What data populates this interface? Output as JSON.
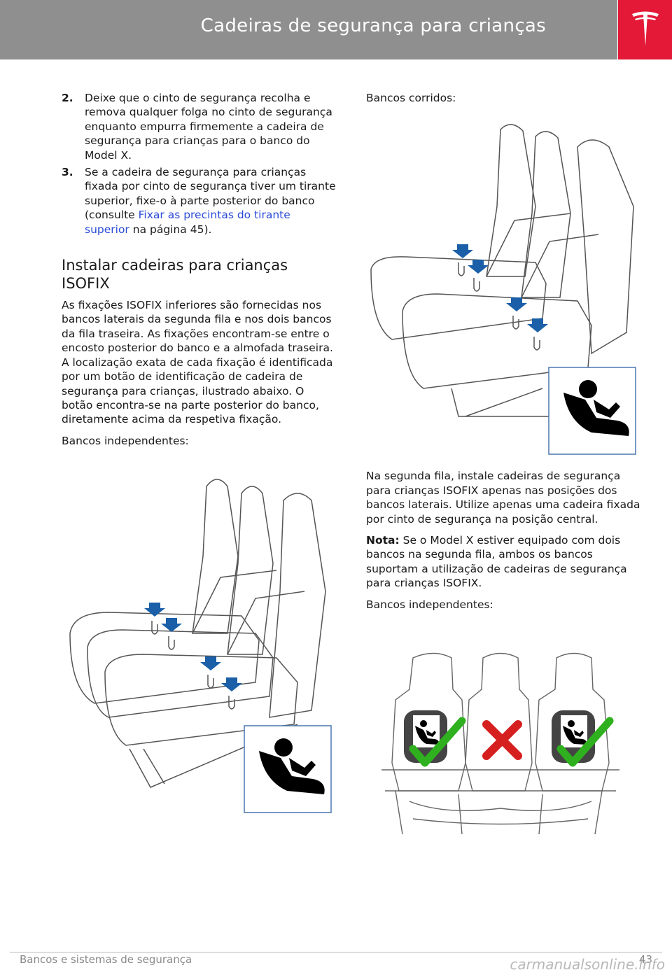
{
  "header": {
    "title": "Cadeiras de segurança para crianças",
    "brand_color": "#e31937",
    "logo_icon": "tesla-logo-icon"
  },
  "left": {
    "steps": [
      {
        "num": "2.",
        "text": "Deixe que o cinto de segurança recolha e remova qualquer folga no cinto de segurança enquanto empurra firmemente a cadeira de segurança para crianças para o banco do Model X."
      },
      {
        "num": "3.",
        "text_a": "Se a cadeira de segurança para crianças fixada por cinto de segurança tiver um tirante superior, fixe-o à parte posterior do banco (consulte ",
        "link": "Fixar as precintas do tirante superior",
        "text_b": " na página 45)."
      }
    ],
    "heading": "Instalar cadeiras para crianças ISOFIX",
    "paragraph": "As fixações ISOFIX inferiores são fornecidas nos bancos laterais da segunda fila e nos dois bancos da fila traseira. As fixações encontram-se entre o encosto posterior do banco e a almofada traseira. A localização exata de cada fixação é identificada por um botão de identificação de cadeira de segurança para crianças, ilustrado abaixo. O botão encontra-se na parte posterior do banco, diretamente acima da respetiva fixação.",
    "caption": "Bancos independentes:"
  },
  "right": {
    "caption1": "Bancos corridos:",
    "paragraph": "Na segunda fila, instale cadeiras de segurança para crianças ISOFIX apenas nas posições dos bancos laterais. Utilize apenas uma cadeira fixada por cinto de segurança na posição central.",
    "note_label": "Nota:",
    "note_text": " Se o Model X estiver equipado com dois bancos na segunda fila, ambos os bancos suportam a utilização de cadeiras de segurança para crianças ISOFIX.",
    "caption2": "Bancos independentes:"
  },
  "footer": {
    "section": "Bancos e sistemas de segurança",
    "page": "43",
    "watermark": "carmanualsonline.info"
  },
  "colors": {
    "arrow": "#1a5fa8",
    "check": "#2fb01e",
    "cross": "#d62020"
  }
}
